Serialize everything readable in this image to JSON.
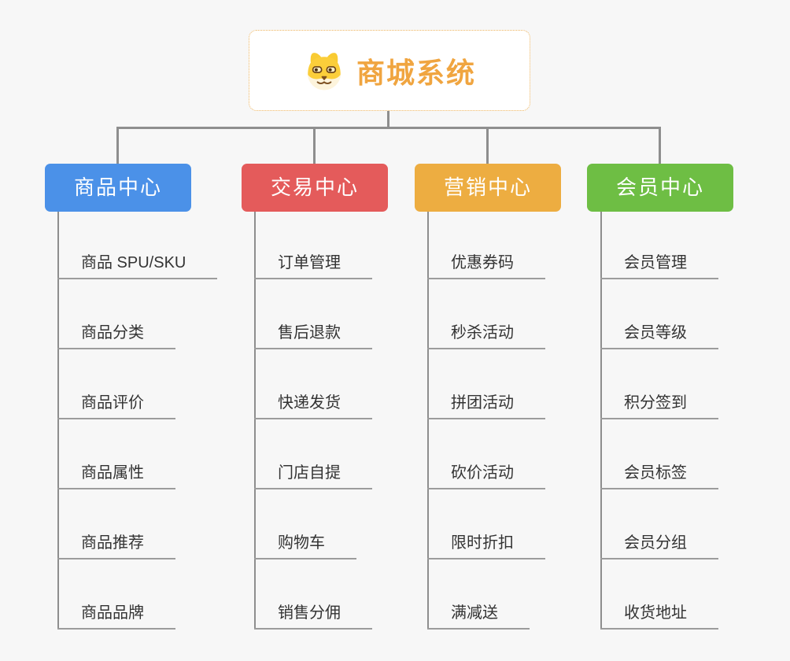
{
  "root": {
    "title": "商城系统",
    "icon": "dog-face-icon"
  },
  "branches": [
    {
      "label": "商品中心",
      "color": "#4b91e8",
      "children": [
        "商品 SPU/SKU",
        "商品分类",
        "商品评价",
        "商品属性",
        "商品推荐",
        "商品品牌"
      ]
    },
    {
      "label": "交易中心",
      "color": "#e45b5b",
      "children": [
        "订单管理",
        "售后退款",
        "快递发货",
        "门店自提",
        "购物车",
        "销售分佣"
      ]
    },
    {
      "label": "营销中心",
      "color": "#edad41",
      "children": [
        "优惠券码",
        "秒杀活动",
        "拼团活动",
        "砍价活动",
        "限时折扣",
        "满减送"
      ]
    },
    {
      "label": "会员中心",
      "color": "#6ebe44",
      "children": [
        "会员管理",
        "会员等级",
        "积分签到",
        "会员标签",
        "会员分组",
        "收货地址"
      ]
    }
  ],
  "colors": {
    "title_accent": "#f0a540",
    "wire": "#8e8e8e",
    "leaf_text": "#333333",
    "canvas_bg": "#f7f7f7"
  }
}
